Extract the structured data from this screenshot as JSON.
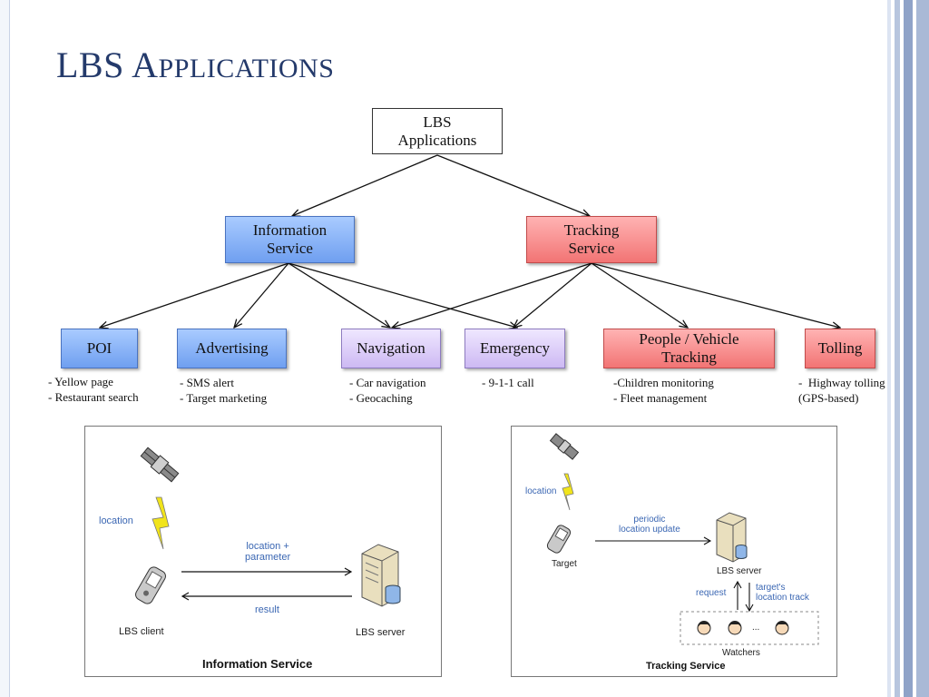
{
  "slide": {
    "title_first": "LBS A",
    "title_rest": "PPLICATIONS"
  },
  "tree": {
    "root": "LBS\nApplications",
    "info": "Information\nService",
    "tracking": "Tracking\nService",
    "leaves": {
      "poi": "POI",
      "advertising": "Advertising",
      "navigation": "Navigation",
      "emergency": "Emergency",
      "people": "People / Vehicle\nTracking",
      "tolling": "Tolling"
    },
    "desc": {
      "poi": "- Yellow page\n- Restaurant search",
      "advertising": "- SMS alert\n- Target marketing",
      "navigation": "- Car navigation\n- Geocaching",
      "emergency": "- 9-1-1 call",
      "people": "-Children monitoring\n- Fleet management",
      "tolling": "-  Highway tolling\n(GPS-based)"
    }
  },
  "info_panel": {
    "location": "location",
    "request_label": "location +\nparameter",
    "result": "result",
    "client": "LBS client",
    "server": "LBS server",
    "caption": "Information Service"
  },
  "tracking_panel": {
    "location": "location",
    "update": "periodic\nlocation update",
    "target": "Target",
    "server": "LBS server",
    "request": "request",
    "track": "target's\nlocation track",
    "dots": "...",
    "watchers": "Watchers",
    "caption": "Tracking Service"
  },
  "colors": {
    "title": "#243a6b",
    "info_blue": "#7aa8f2",
    "tracking_red": "#f27474",
    "leaf_purple": "#cdb9f3",
    "label_blue": "#3b67b3"
  }
}
